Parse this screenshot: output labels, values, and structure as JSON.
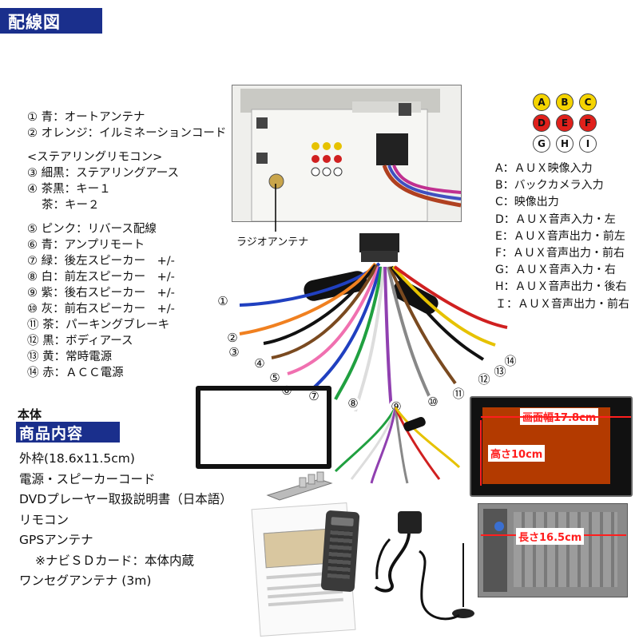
{
  "header": {
    "title": "配線図"
  },
  "wiring_list": [
    {
      "text": "① 青：オートアンテナ"
    },
    {
      "text": "② オレンジ：イルミネーションコード"
    },
    {
      "gap": true
    },
    {
      "text": "<ステアリングリモコン>"
    },
    {
      "text": "③ 細黒：ステアリングアース"
    },
    {
      "text": "④ 茶黒：キー１"
    },
    {
      "text": "茶：キー２",
      "indent": true
    },
    {
      "gap": true
    },
    {
      "text": "⑤ ピンク：リバース配線"
    },
    {
      "text": "⑥ 青：アンプリモート"
    },
    {
      "text": "⑦ 緑：後左スピーカー　+/-"
    },
    {
      "text": "⑧ 白：前左スピーカー　+/-"
    },
    {
      "text": "⑨ 紫：後右スピーカー　+/-"
    },
    {
      "text": "⑩ 灰：前右スピーカー　+/-"
    },
    {
      "text": "⑪ 茶：パーキングブレーキ"
    },
    {
      "text": "⑫ 黒：ボディアース"
    },
    {
      "text": "⑬ 黄：常時電源"
    },
    {
      "text": "⑭ 赤：ＡＣＣ電源"
    }
  ],
  "radio_antenna_label": "ラジオアンテナ",
  "circles": {
    "row1": [
      {
        "letter": "A",
        "color": "#f5d400"
      },
      {
        "letter": "B",
        "color": "#f5d400"
      },
      {
        "letter": "C",
        "color": "#f5d400"
      }
    ],
    "row2": [
      {
        "letter": "D",
        "color": "#e0201b"
      },
      {
        "letter": "E",
        "color": "#e0201b"
      },
      {
        "letter": "F",
        "color": "#e0201b"
      }
    ],
    "row3": [
      {
        "letter": "G",
        "color": "#ffffff"
      },
      {
        "letter": "H",
        "color": "#ffffff"
      },
      {
        "letter": "I",
        "color": "#ffffff"
      }
    ]
  },
  "aux_list": [
    "A：ＡＵＸ映像入力",
    "B：バックカメラ入力",
    "C：映像出力",
    "D：ＡＵＸ音声入力・左",
    "E：ＡＵＸ音声出力・前左",
    "F：ＡＵＸ音声出力・前右",
    "G：ＡＵＸ音声入力・右",
    "H：ＡＵＸ音声出力・後右",
    "Ｉ：ＡＵＸ音声出力・前右"
  ],
  "wire_numbers": [
    "①",
    "②",
    "③",
    "④",
    "⑤",
    "⑥",
    "⑦",
    "⑧",
    "⑨",
    "⑩",
    "⑪",
    "⑫",
    "⑬",
    "⑭"
  ],
  "body_label": "本体",
  "contents_heading": "商品内容",
  "contents": [
    {
      "text": "外枠(18.6x11.5cm)"
    },
    {
      "text": "電源・スピーカーコード"
    },
    {
      "text": "DVDプレーヤー取扱説明書（日本語）"
    },
    {
      "text": "リモコン"
    },
    {
      "text": "GPSアンテナ"
    },
    {
      "text": "※ナビＳＤカード：本体内蔵",
      "indent": true
    },
    {
      "text": "ワンセグアンテナ (3m)"
    }
  ],
  "dimensions": {
    "screen_width": "画面幅17.8cm",
    "height": "高さ10cm",
    "length": "長さ16.5cm"
  },
  "accent_color": "#1a2f8c",
  "dimension_color": "#ff1e1e"
}
